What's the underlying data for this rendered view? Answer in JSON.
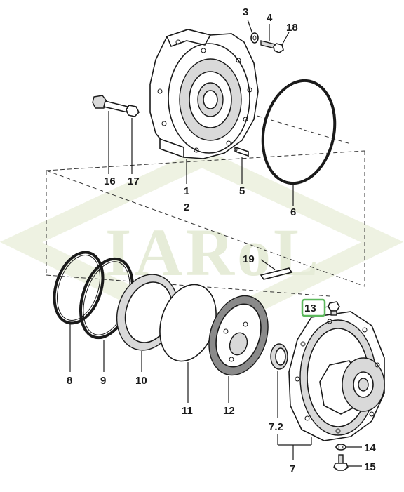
{
  "watermark": "IARoL",
  "highlight_color": "#5cb85c",
  "callouts": [
    {
      "id": "c1",
      "label": "1"
    },
    {
      "id": "c2",
      "label": "2"
    },
    {
      "id": "c3",
      "label": "3"
    },
    {
      "id": "c4",
      "label": "4"
    },
    {
      "id": "c5",
      "label": "5"
    },
    {
      "id": "c6",
      "label": "6"
    },
    {
      "id": "c7",
      "label": "7"
    },
    {
      "id": "c72",
      "label": "7.2"
    },
    {
      "id": "c8",
      "label": "8"
    },
    {
      "id": "c9",
      "label": "9"
    },
    {
      "id": "c10",
      "label": "10"
    },
    {
      "id": "c11",
      "label": "11"
    },
    {
      "id": "c12",
      "label": "12"
    },
    {
      "id": "c13",
      "label": "13",
      "highlighted": true
    },
    {
      "id": "c14",
      "label": "14"
    },
    {
      "id": "c15",
      "label": "15"
    },
    {
      "id": "c16",
      "label": "16"
    },
    {
      "id": "c17",
      "label": "17"
    },
    {
      "id": "c18",
      "label": "18"
    },
    {
      "id": "c19",
      "label": "19"
    }
  ]
}
